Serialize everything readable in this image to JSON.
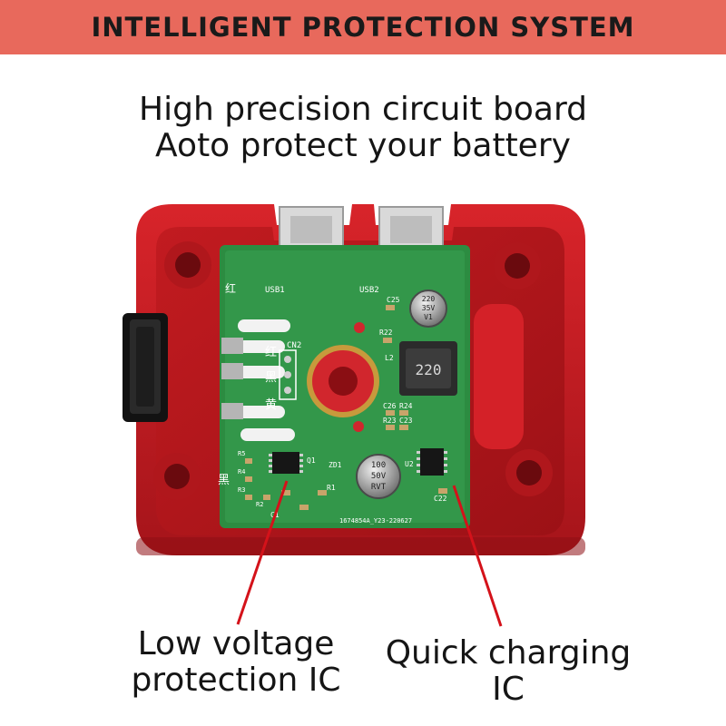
{
  "banner": {
    "title": "INTELLIGENT PROTECTION SYSTEM",
    "color": "#e8695c"
  },
  "headline": {
    "line1": "High precision circuit board",
    "line2": "Aoto protect your battery"
  },
  "callouts": {
    "low_1": "Low voltage",
    "low_2": "protection IC",
    "quick_1": "Quick charging",
    "quick_2": "IC"
  },
  "board": {
    "usb1": "USB1",
    "usb2": "USB2",
    "cn2": "CN2",
    "c25": "C25",
    "r22": "R22",
    "l2": "L2",
    "inductor": "220",
    "cap_top_1": "220",
    "cap_top_2": "35V",
    "cap_top_3": "V1",
    "cap_bot_1": "100",
    "cap_bot_2": "50V",
    "cap_bot_3": "RVT",
    "c26": "C26",
    "r24": "R24",
    "r23": "R23",
    "c23": "C23",
    "u2": "U2",
    "c22": "C22",
    "c1": "C1",
    "r1": "R1",
    "q1": "Q1",
    "zd1": "ZD1",
    "r2": "R2",
    "r3": "R3",
    "r4": "R4",
    "r5": "R5",
    "serial": "1674854A_Y23-220627",
    "red_top": "红",
    "red": "红",
    "black": "黑",
    "yellow": "黄",
    "black_bottom": "黑"
  },
  "colors": {
    "case": "#c41a1a",
    "pcb": "#2c8c41",
    "pointer": "#d4121a"
  }
}
